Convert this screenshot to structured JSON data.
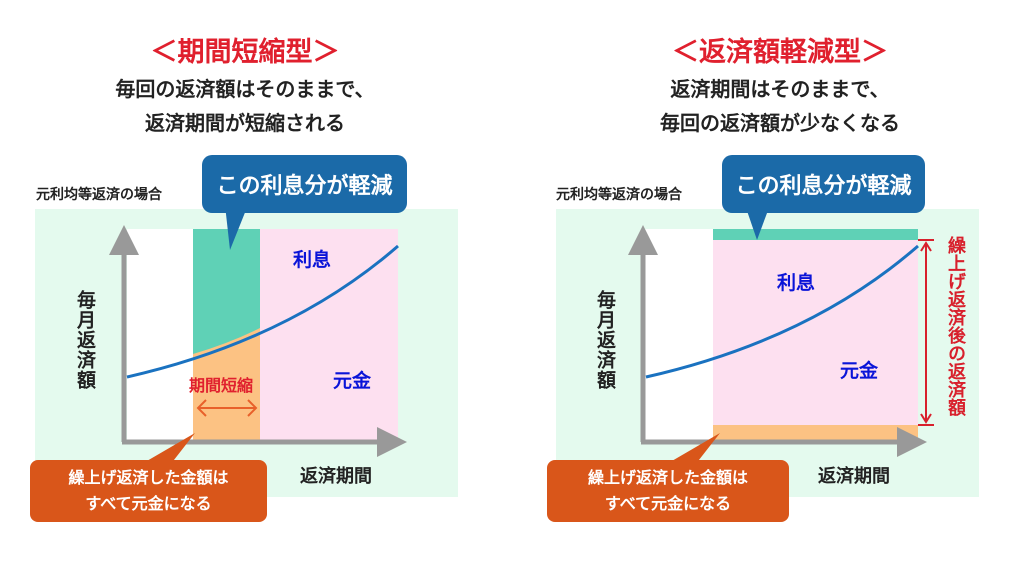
{
  "left": {
    "title": "＜期間短縮型＞",
    "subtitle": [
      "毎回の返済額はそのままで、",
      "返済期間が短縮される"
    ],
    "caption": "元利均等返済の場合",
    "bubble_top": "この利息分が軽減",
    "bubble_bottom": [
      "繰上げ返済した金額は",
      "すべて元金になる"
    ],
    "y_label": "毎月返済額",
    "x_label": "返済期間",
    "interest": "利息",
    "principal": "元金",
    "shortening": "期間短縮"
  },
  "right": {
    "title": "＜返済額軽減型＞",
    "subtitle": [
      "返済期間はそのままで、",
      "毎回の返済額が少なくなる"
    ],
    "caption": "元利均等返済の場合",
    "bubble_top": "この利息分が軽減",
    "bubble_bottom": [
      "繰上げ返済した金額は",
      "すべて元金になる"
    ],
    "y_label": "毎月返済額",
    "x_label": "返済期間",
    "interest": "利息",
    "principal": "元金",
    "after_amount": "繰上げ返済後の返済額"
  },
  "colors": {
    "title": "#e0202e",
    "teal": "#5fd1b6",
    "pink": "#fde0f0",
    "orange": "#fcc283",
    "blue": "#1b6aa8",
    "curve": "#1a72c0",
    "label_blue": "#0a14d8"
  }
}
